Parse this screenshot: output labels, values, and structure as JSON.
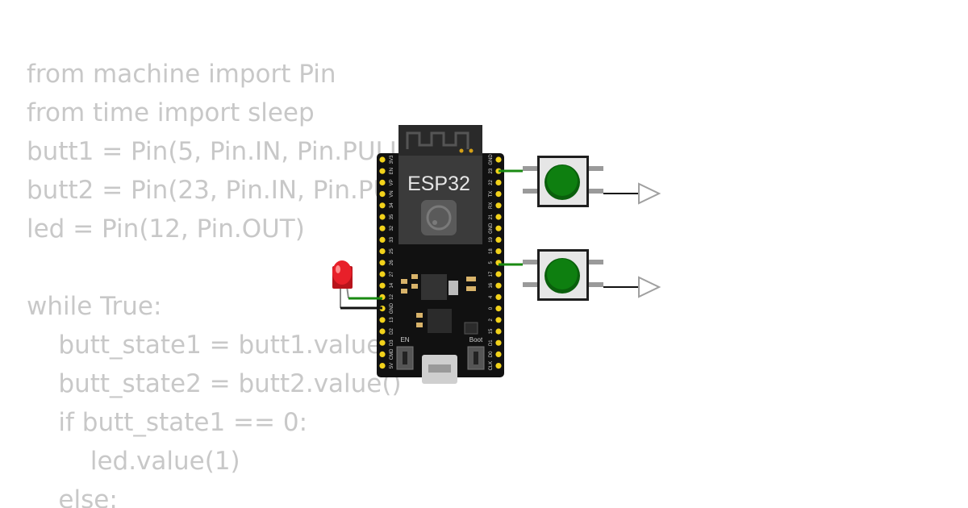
{
  "code": {
    "lines": [
      "from machine import Pin",
      "from time import sleep",
      "butt1 = Pin(5, Pin.IN, Pin.PULL_UP)",
      "butt2 = Pin(23, Pin.IN, Pin.PULL_UP)",
      "led = Pin(12, Pin.OUT)",
      "",
      "while True:",
      "    butt_state1 = butt1.value()",
      "    butt_state2 = butt2.value()",
      "    if butt_state1 == 0:",
      "        led.value(1)",
      "    else:"
    ]
  },
  "board": {
    "label": "ESP32",
    "en_label": "EN",
    "boot_label": "Boot",
    "left_pins": [
      "3V3",
      "EN",
      "VP",
      "VN",
      "34",
      "35",
      "32",
      "33",
      "25",
      "26",
      "27",
      "14",
      "12",
      "GND",
      "13",
      "D2",
      "D3",
      "CMD",
      "5V"
    ],
    "right_pins": [
      "GND",
      "23",
      "22",
      "TX",
      "RX",
      "21",
      "GND",
      "19",
      "18",
      "5",
      "17",
      "16",
      "4",
      "0",
      "2",
      "15",
      "D1",
      "D0",
      "CLK"
    ]
  },
  "colors": {
    "board": "#111111",
    "pin_pad": "#f2d21b",
    "button_cap": "#0e7f10",
    "wire_signal": "#1a8a12",
    "wire_ground": "#111111",
    "led": "#e8202a",
    "code_text": "#c8c8c8"
  }
}
